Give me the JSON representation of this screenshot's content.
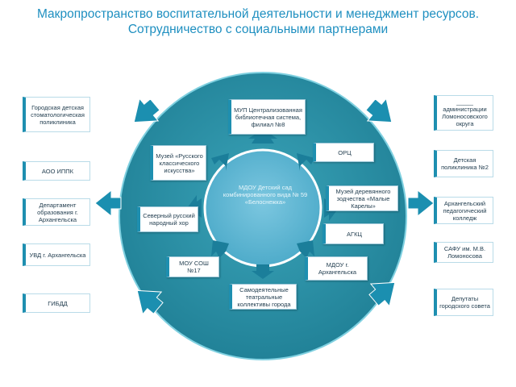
{
  "title": {
    "line1": "Макропространство воспитательной деятельности и менеджмент ресурсов.",
    "line2": "Сотрудничество с социальными партнерами"
  },
  "colors": {
    "title": "#1e8fc0",
    "big_circle": "#2a8fa3",
    "inner_circle": "#5db7d3",
    "arrow": "#1b8fb0"
  },
  "center": {
    "label": "МДОУ Детский сад комбинированного вида № 59 «Белоснежка»"
  },
  "inner_nodes": [
    {
      "label": "МУП Централизованная библиотечная система, филиал №8"
    },
    {
      "label": "ОРЦ"
    },
    {
      "label": "Музей «Русского классического искусства»"
    },
    {
      "label": "Музей деревянного зодчества «Малые Карелы»"
    },
    {
      "label": "Северный русский народный хор"
    },
    {
      "label": "АГКЦ"
    },
    {
      "label": "МОУ СОШ №17"
    },
    {
      "label": "МДОУ г. Архангельска"
    },
    {
      "label": "Самодеятельные театральные коллективы города"
    }
  ],
  "left_nodes": [
    {
      "label": "Городская детская стоматологическая поликлиника"
    },
    {
      "label": "АОО ИППК"
    },
    {
      "label": "Департамент образования г. Архангельска"
    },
    {
      "label": "УВД г. Архангельска"
    },
    {
      "label": "ГИБДД"
    }
  ],
  "right_nodes": [
    {
      "label": "_____ администрации Ломоносовского округа"
    },
    {
      "label": "Детская поликлиника №2"
    },
    {
      "label": "Архангельский педагогический колледж"
    },
    {
      "label": "САФУ им. М.В. Ломоносова"
    },
    {
      "label": "Депутаты городского совета"
    }
  ]
}
